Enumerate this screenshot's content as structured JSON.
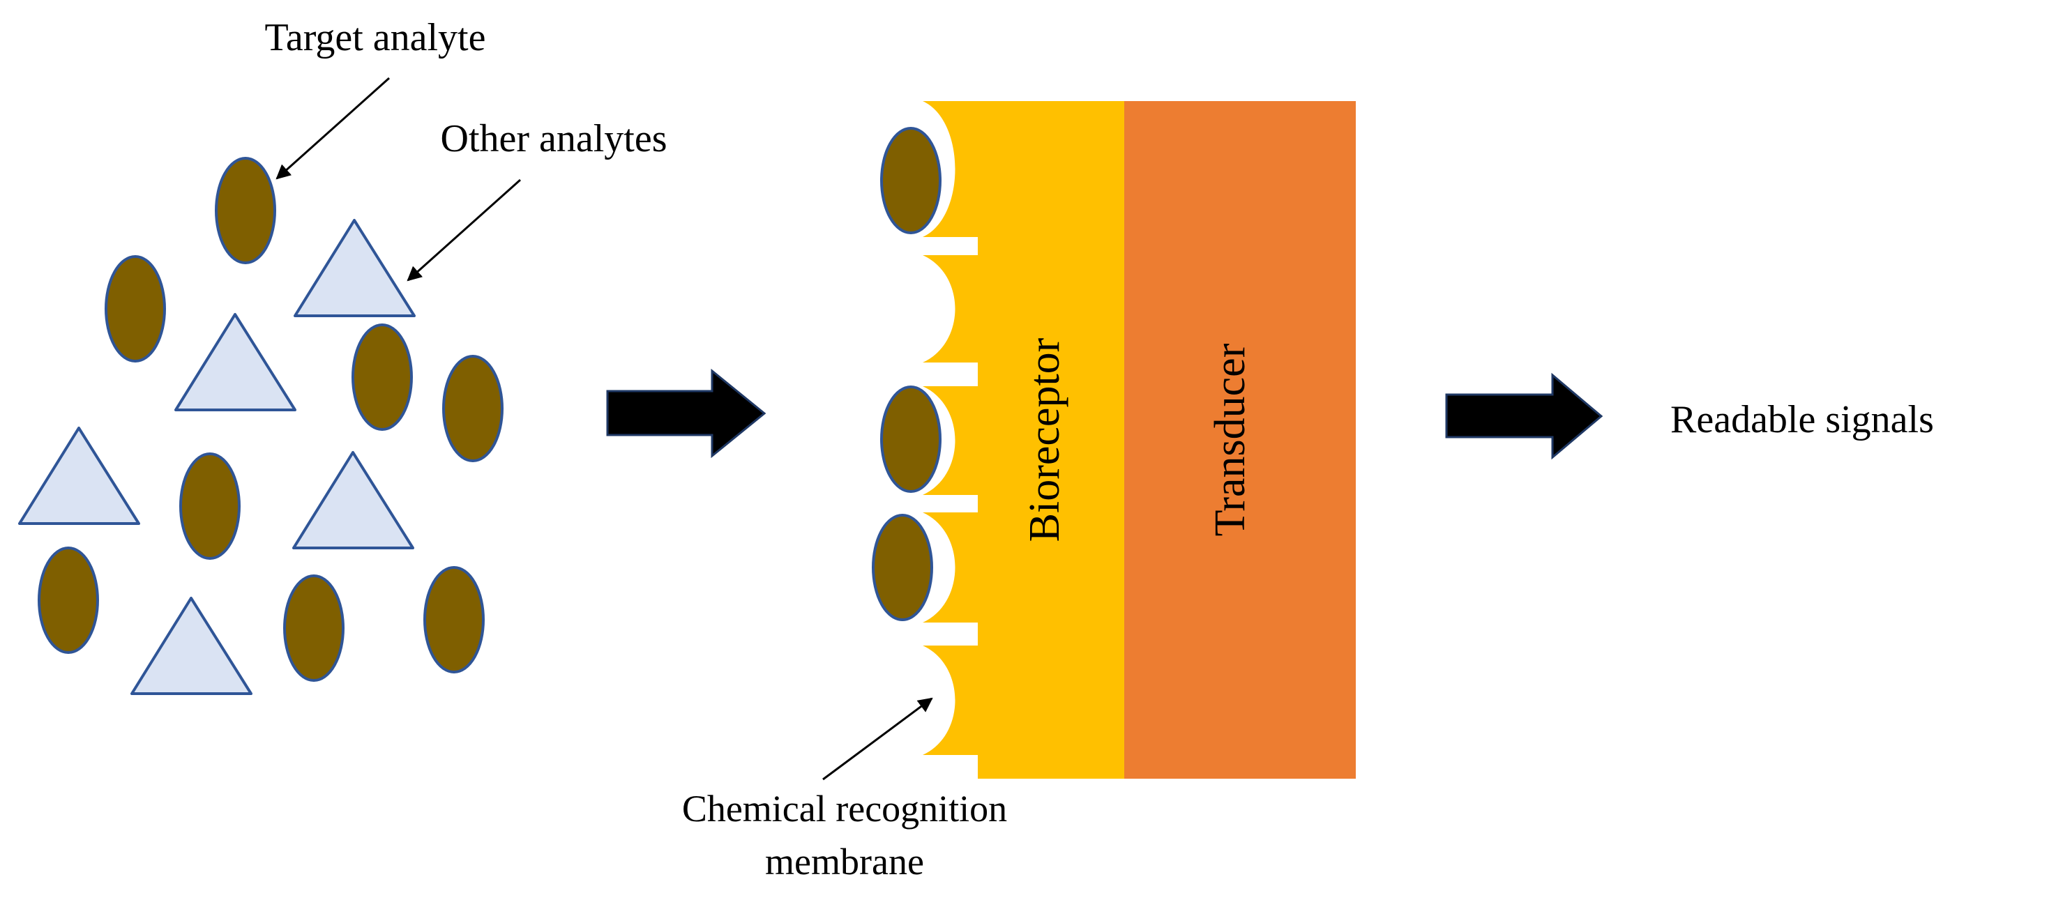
{
  "labels": {
    "target_analyte": "Target analyte",
    "other_analytes": "Other analytes",
    "bioreceptor": "Bioreceptor",
    "transducer": "Transducer",
    "readable_signals": "Readable signals",
    "membrane_line1": "Chemical recognition",
    "membrane_line2": "membrane"
  },
  "colors": {
    "analyte_fill": "#7f5f00",
    "analyte_stroke": "#2f5597",
    "triangle_fill": "#dae3f3",
    "triangle_stroke": "#2f5597",
    "bioreceptor": "#ffc000",
    "transducer": "#ed7d31",
    "arrow": "#000000"
  },
  "shapes": {
    "target_analytes": [
      "ellipse",
      "ellipse",
      "ellipse",
      "ellipse",
      "ellipse",
      "ellipse",
      "ellipse",
      "ellipse"
    ],
    "other_analytes": [
      "triangle",
      "triangle",
      "triangle",
      "triangle",
      "triangle"
    ],
    "bound_analytes": [
      "ellipse",
      "ellipse",
      "ellipse"
    ],
    "flow_arrows": [
      "block-arrow-right",
      "block-arrow-right"
    ]
  }
}
